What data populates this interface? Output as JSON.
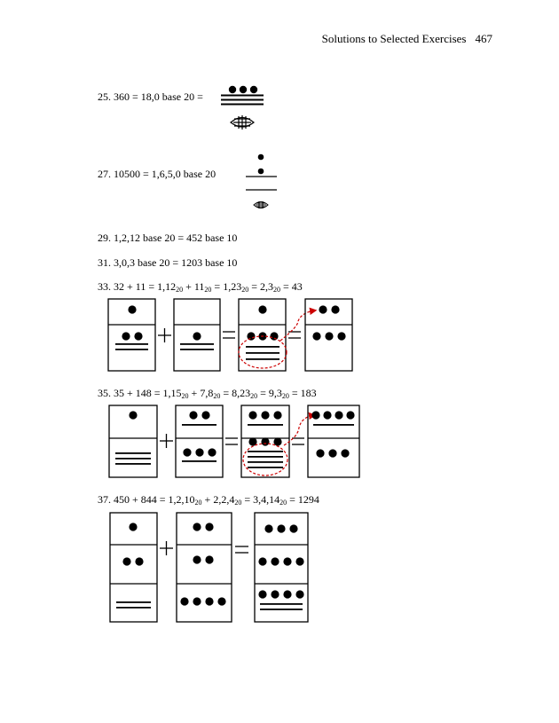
{
  "header": {
    "title": "Solutions to Selected Exercises",
    "page": "467"
  },
  "ex25": {
    "text": "25. 360 = 18,0 base 20 ="
  },
  "ex27": {
    "text": "27. 10500 = 1,6,5,0 base 20"
  },
  "ex29": {
    "text": "29. 1,2,12 base 20 = 452 base 10"
  },
  "ex31": {
    "text": "31. 3,0,3 base 20 = 1203 base 10"
  },
  "ex33": {
    "a": "33. 32 + 11 = 1,12",
    "s": "20",
    "b": " + 11",
    "c": " = 1,23",
    "d": " = 2,3",
    "e": " = 43"
  },
  "ex35": {
    "a": "35. 35 + 148 = 1,15",
    "s": "20",
    "b": " + 7,8",
    "c": " = 8,23",
    "d": " = 9,3",
    "e": " = 183"
  },
  "ex37": {
    "a": "37. 450 + 844 = 1,2,10",
    "s": "20",
    "b": " + 2,2,4",
    "c": " = 3,4,14",
    "e": " = 1294"
  },
  "colors": {
    "ink": "#000000",
    "carry": "#cc0000"
  },
  "icons": [
    "mayan-zero-shell-icon",
    "mayan-dot-icon",
    "mayan-bar-icon",
    "plus-icon",
    "equals-icon",
    "carry-arrow-icon"
  ]
}
